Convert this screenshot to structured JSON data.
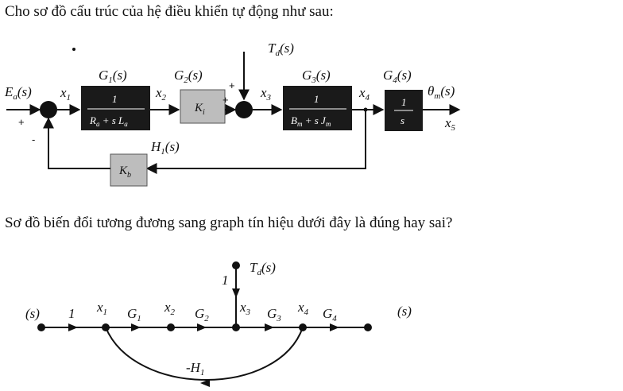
{
  "question1": "Cho sơ đồ cấu trúc của hệ điều khiển tự động như sau:",
  "question2": "Sơ đồ biến đổi tương đương sang graph tín hiệu dưới đây là đúng hay sai?",
  "block_diagram": {
    "input": "E_a(s)",
    "disturbance": "T_d(s)",
    "output": "θ_m(s)",
    "output_node": "x_5",
    "signals": [
      "x_1",
      "x_2",
      "x_3",
      "x_4"
    ],
    "blocks": [
      {
        "name": "G_1(s)",
        "tf_num": "1",
        "tf_den": "R_a + s L_a"
      },
      {
        "name": "G_2(s)",
        "tf": "K_i"
      },
      {
        "name": "G_3(s)",
        "tf_num": "1",
        "tf_den": "B_m + s J_m"
      },
      {
        "name": "G_4(s)",
        "tf_num": "1",
        "tf_den": "s"
      },
      {
        "name": "H_1(s)",
        "tf": "K_b"
      }
    ],
    "signs": [
      "+",
      "-",
      "+",
      "+"
    ]
  },
  "signal_graph": {
    "source": "(s)",
    "sink": "(s)",
    "disturbance": "T_d(s)",
    "disturbance_gain": "1",
    "nodes": [
      "x_1",
      "x_2",
      "x_3",
      "x_4"
    ],
    "branch_gains": [
      "1",
      "G_1",
      "G_2",
      "G_3",
      "G_4"
    ],
    "feedback_gain": "-H_1"
  }
}
